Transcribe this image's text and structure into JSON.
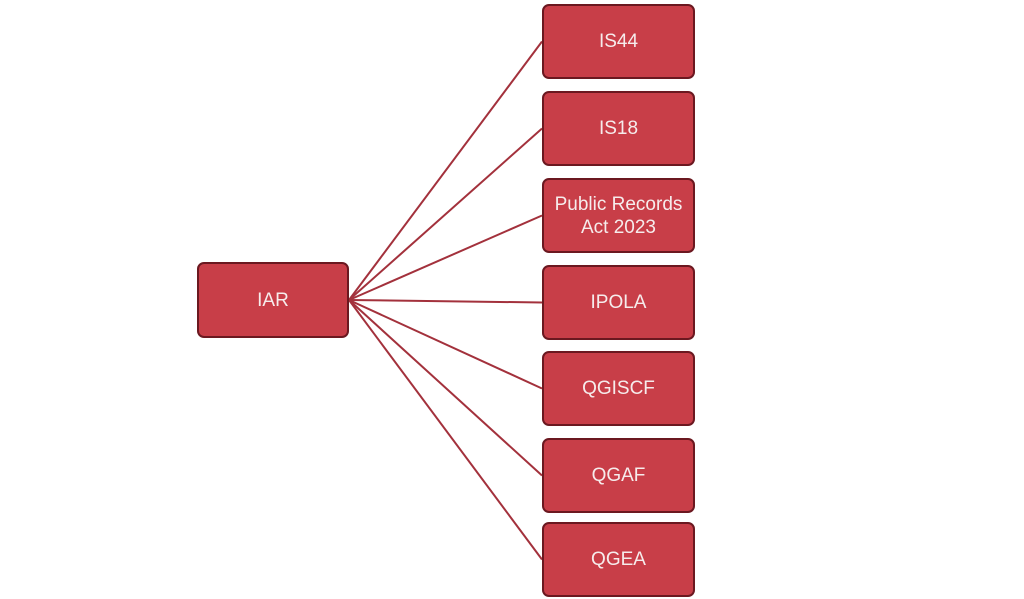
{
  "diagram": {
    "root": {
      "label": "IAR"
    },
    "children": [
      {
        "label": "IS44"
      },
      {
        "label": "IS18"
      },
      {
        "label": "Public Records\nAct 2023"
      },
      {
        "label": "IPOLA"
      },
      {
        "label": "QGISCF"
      },
      {
        "label": "QGAF"
      },
      {
        "label": "QGEA"
      }
    ],
    "colors": {
      "fill": "#C83E48",
      "border": "#6B1820",
      "text": "#F6ECEC",
      "line": "#A3313C"
    }
  }
}
